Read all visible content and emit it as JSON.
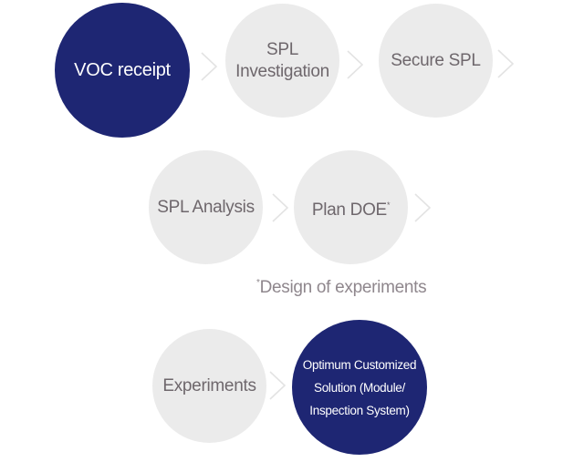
{
  "diagram": {
    "title": "",
    "steps": [
      {
        "id": "voc-receipt",
        "label": "VOC receipt",
        "highlight": true
      },
      {
        "id": "spl-investigation",
        "label": "SPL\nInvestigation",
        "highlight": false
      },
      {
        "id": "secure-spl",
        "label": "Secure SPL",
        "highlight": false
      },
      {
        "id": "spl-analysis",
        "label": "SPL Analysis",
        "highlight": false
      },
      {
        "id": "plan-doe",
        "label": "Plan DOE",
        "sup": "*",
        "highlight": false
      },
      {
        "id": "experiments",
        "label": "Experiments",
        "highlight": false
      },
      {
        "id": "optimum-solution",
        "label": "Optimum Customized\nSolution (Module/\nInspection System)",
        "highlight": true
      }
    ],
    "footnote": {
      "marker": "*",
      "text": "Design of experiments"
    },
    "connector_icon": "chevron-right-icon",
    "colors": {
      "highlight": "#1e2673",
      "step": "#ebebeb",
      "step_text": "#6e676c",
      "connector": "#e3e3e3",
      "footnote_text": "#8f878d"
    }
  }
}
